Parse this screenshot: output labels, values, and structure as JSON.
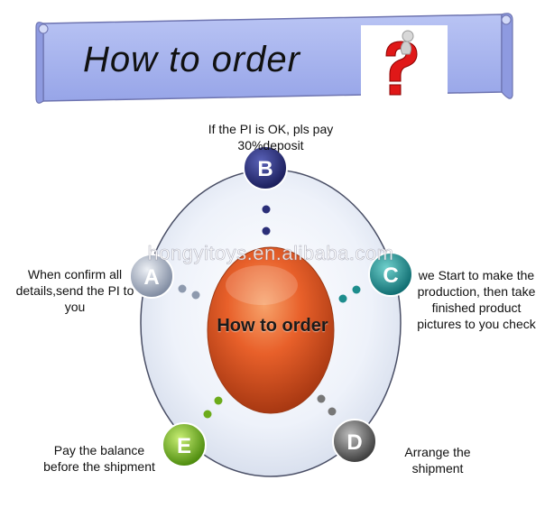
{
  "banner": {
    "title": "How to order",
    "illustration": "question-mark-figure-icon"
  },
  "watermark": "hongyitoys.en.alibaba.com",
  "center": {
    "label": "How to order",
    "color": "#e8602a"
  },
  "steps": [
    {
      "letter": "A",
      "color": "#8e9aae",
      "description": "When confirm all details,send the PI to you"
    },
    {
      "letter": "B",
      "color": "#2a2e78",
      "description": "If the PI is OK, pls pay 30%deposit"
    },
    {
      "letter": "C",
      "color": "#1d8d8d",
      "description": "we Start to make the production, then take finished product pictures to you check"
    },
    {
      "letter": "D",
      "color": "#5a5a5a",
      "description": "Arrange the shipment"
    },
    {
      "letter": "E",
      "color": "#6cab1a",
      "description": "Pay the balance before the shipment"
    }
  ],
  "colors": {
    "banner_fill": "#a9b6ef",
    "banner_stroke": "#6e74b0",
    "ring_fill": "#edf1f9",
    "ring_stroke": "#4a4f66"
  }
}
